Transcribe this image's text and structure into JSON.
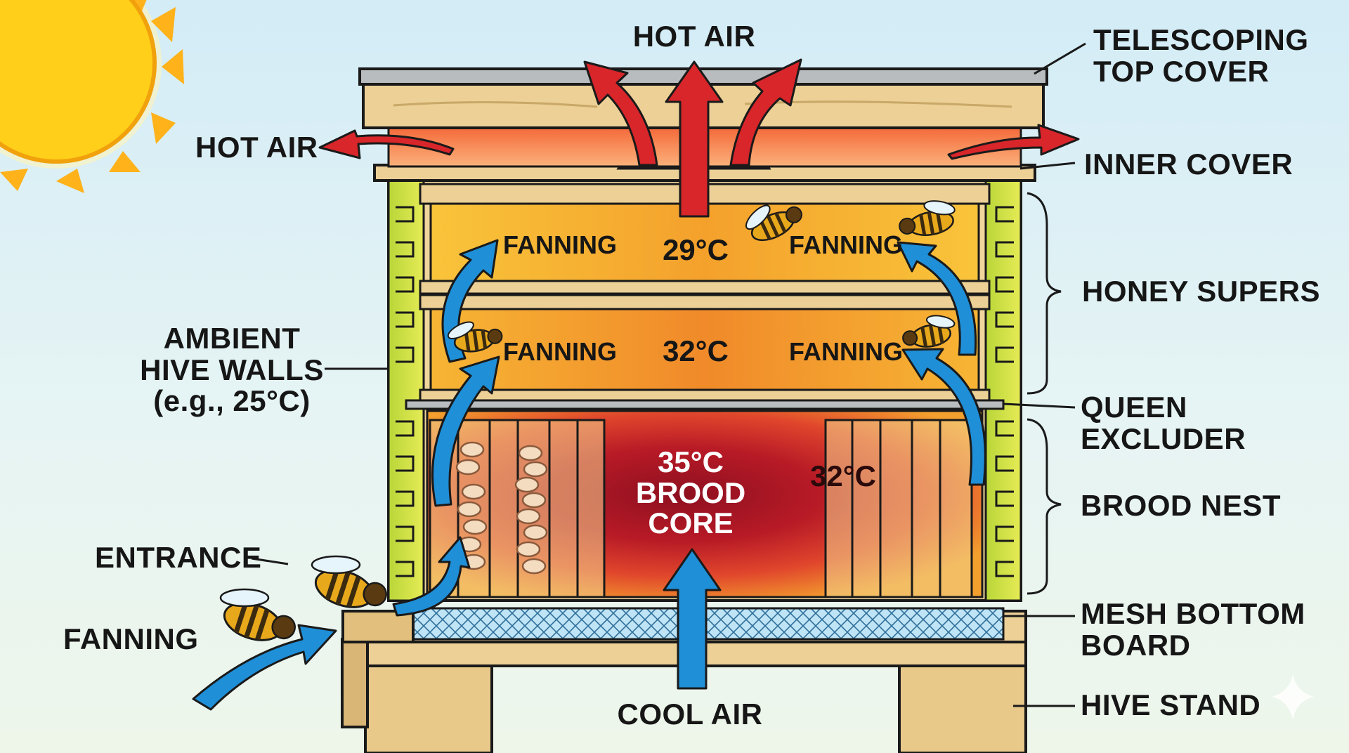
{
  "labels": {
    "hot_air_top": "HOT AIR",
    "hot_air_left": "HOT AIR",
    "telescoping_top_cover": "TELESCOPING\nTOP COVER",
    "inner_cover": "INNER COVER",
    "honey_supers": "HONEY SUPERS",
    "queen_excluder": "QUEEN EXCLUDER",
    "brood_nest": "BROOD NEST",
    "mesh_bottom_board": "MESH BOTTOM\nBOARD",
    "hive_stand": "HIVE STAND",
    "ambient_hive_walls": "AMBIENT\nHIVE WALLS\n(e.g., 25°C)",
    "entrance": "ENTRANCE",
    "fanning_outside": "FANNING",
    "cool_air": "COOL AIR"
  },
  "chambers": {
    "upper_super": {
      "temp": "29°C",
      "fanning_left": "FANNING",
      "fanning_right": "FANNING"
    },
    "lower_super": {
      "temp": "32°C",
      "fanning_left": "FANNING",
      "fanning_right": "FANNING"
    },
    "brood": {
      "core_label": "35°C\nBROOD\nCORE",
      "side_temp": "32°C"
    }
  },
  "colors": {
    "hot_air_arrow": "#d8262a",
    "cool_air_arrow": "#1f8fd8",
    "wood": "#ecd096",
    "brood_core": "#8e1020",
    "honey": "#f7b52a",
    "ambient_wall": "#c9e23a",
    "mesh": "#9fd3ef",
    "sun": "#ffcf1a"
  },
  "icons": [
    "sun-icon",
    "bee-icon",
    "larva-icon",
    "hot-air-arrow-icon",
    "cool-air-arrow-icon",
    "sparkle-icon"
  ]
}
